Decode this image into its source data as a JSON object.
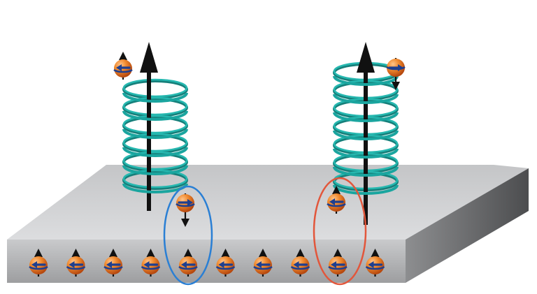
{
  "figure": {
    "elements": {
      "slab": "slab",
      "helix_left": "helix",
      "helix_right": "helix",
      "field_arrow": "upward-arrow",
      "electron": "electron-sphere",
      "spin_arrow_up": "spin-up-arrow",
      "spin_arrow_down": "spin-down-arrow",
      "highlight_blue": "highlight-ellipse",
      "highlight_red": "highlight-ellipse"
    },
    "colors": {
      "slab_top": "#d2d3d5",
      "slab_front": "#b6b7b9",
      "slab_side": "#6d6e70",
      "helix": "#1aa59f",
      "arrow": "#111111",
      "electron": "#ee7a1e",
      "electron_band": "#1f3f8f",
      "highlight_blue": "#2a7fd4",
      "highlight_red": "#e2563b"
    },
    "surface_electron_count": 10
  }
}
